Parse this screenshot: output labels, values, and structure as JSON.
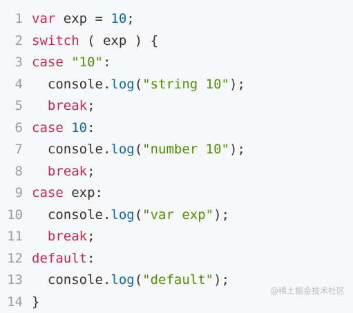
{
  "code": {
    "lines": [
      {
        "n": "1",
        "tokens": [
          [
            "kw",
            "var"
          ],
          [
            "txt",
            " exp = "
          ],
          [
            "num",
            "10"
          ],
          [
            "txt",
            ";"
          ]
        ]
      },
      {
        "n": "2",
        "tokens": [
          [
            "kw",
            "switch"
          ],
          [
            "txt",
            " ( exp ) {"
          ]
        ]
      },
      {
        "n": "3",
        "tokens": [
          [
            "kw",
            "case"
          ],
          [
            "txt",
            " "
          ],
          [
            "str",
            "\"10\""
          ],
          [
            "txt",
            ":"
          ]
        ]
      },
      {
        "n": "4",
        "tokens": [
          [
            "txt",
            "  console."
          ],
          [
            "num",
            "log"
          ],
          [
            "txt",
            "("
          ],
          [
            "str",
            "\"string 10\""
          ],
          [
            "txt",
            ");"
          ]
        ]
      },
      {
        "n": "5",
        "tokens": [
          [
            "txt",
            "  "
          ],
          [
            "kw",
            "break"
          ],
          [
            "txt",
            ";"
          ]
        ]
      },
      {
        "n": "6",
        "tokens": [
          [
            "kw",
            "case"
          ],
          [
            "txt",
            " "
          ],
          [
            "num",
            "10"
          ],
          [
            "txt",
            ":"
          ]
        ]
      },
      {
        "n": "7",
        "tokens": [
          [
            "txt",
            "  console."
          ],
          [
            "num",
            "log"
          ],
          [
            "txt",
            "("
          ],
          [
            "str",
            "\"number 10\""
          ],
          [
            "txt",
            ");"
          ]
        ]
      },
      {
        "n": "8",
        "tokens": [
          [
            "txt",
            "  "
          ],
          [
            "kw",
            "break"
          ],
          [
            "txt",
            ";"
          ]
        ]
      },
      {
        "n": "9",
        "tokens": [
          [
            "kw",
            "case"
          ],
          [
            "txt",
            " exp:"
          ]
        ]
      },
      {
        "n": "10",
        "tokens": [
          [
            "txt",
            "  console."
          ],
          [
            "num",
            "log"
          ],
          [
            "txt",
            "("
          ],
          [
            "str",
            "\"var exp\""
          ],
          [
            "txt",
            ");"
          ]
        ]
      },
      {
        "n": "11",
        "tokens": [
          [
            "txt",
            "  "
          ],
          [
            "kw",
            "break"
          ],
          [
            "txt",
            ";"
          ]
        ]
      },
      {
        "n": "12",
        "tokens": [
          [
            "kw",
            "default"
          ],
          [
            "txt",
            ":"
          ]
        ]
      },
      {
        "n": "13",
        "tokens": [
          [
            "txt",
            "  console."
          ],
          [
            "num",
            "log"
          ],
          [
            "txt",
            "("
          ],
          [
            "str",
            "\"default\""
          ],
          [
            "txt",
            ");"
          ]
        ]
      },
      {
        "n": "14",
        "tokens": [
          [
            "txt",
            "}"
          ]
        ]
      }
    ]
  },
  "watermark": {
    "text": "@稀土掘金技术社区"
  },
  "colors": {
    "background": "#f7f8fa",
    "keyword": "#c7254e",
    "number": "#0b6aa2",
    "string": "#4f8f00",
    "text": "#333333",
    "line_number": "#999da3"
  }
}
